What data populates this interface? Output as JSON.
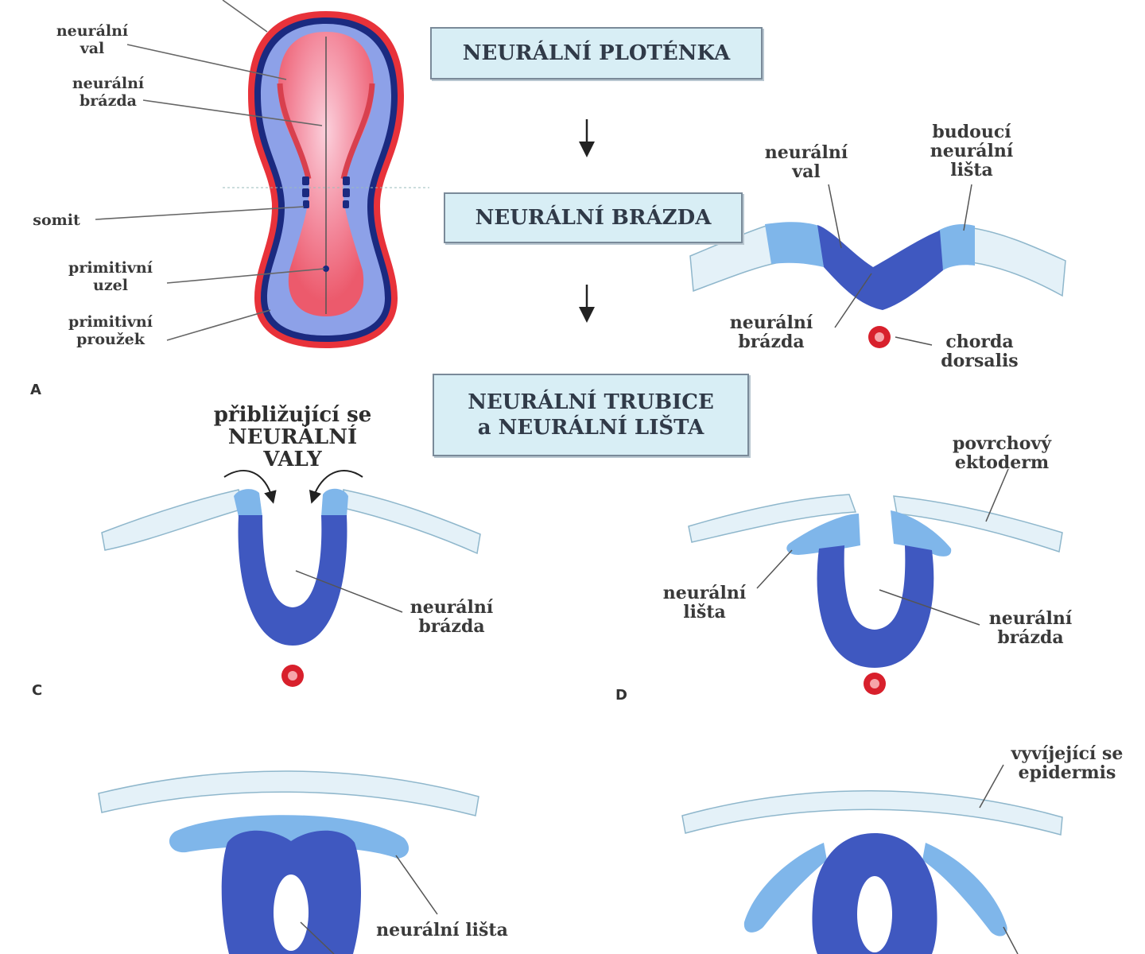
{
  "panels": {
    "a": "A",
    "c": "C",
    "d": "D"
  },
  "stages": {
    "plate": "NEURÁLNÍ PLOTÉNKA",
    "groove": "NEURÁLNÍ BRÁZDA",
    "tube": "NEURÁLNÍ TRUBICE\na NEURÁLNÍ LIŠTA"
  },
  "panel_a": {
    "fold": "neurální\nval",
    "groove": "neurální\nbrázda",
    "somite": "somit",
    "node": "primitivní\nuzel",
    "streak": "primitivní\nproužek"
  },
  "panel_b": {
    "fold": "neurální\nval",
    "future_crest": "budoucí\nneurální\nlišta",
    "groove": "neurální\nbrázda",
    "notochord": "chorda\ndorsalis"
  },
  "panel_c": {
    "approaching": "přibližující se\nNEURÁLNÍ\nVALY",
    "groove": "neurální\nbrázda"
  },
  "panel_d": {
    "surface": "povrchový\nektoderm",
    "crest": "neurální\nlišta",
    "groove": "neurální\nbrázda"
  },
  "panel_e": {
    "crest": "neurální lišta"
  },
  "panel_f": {
    "epidermis": "vyvíjející se\nepidermis"
  },
  "colors": {
    "neural_tube": "#3f58c0",
    "neural_crest": "#7fb6ea",
    "ectoderm": "#e4f1f8",
    "plate_fill": "#f0788a",
    "embryo_outline": "#e8323a",
    "notochord": "#d8202c"
  }
}
